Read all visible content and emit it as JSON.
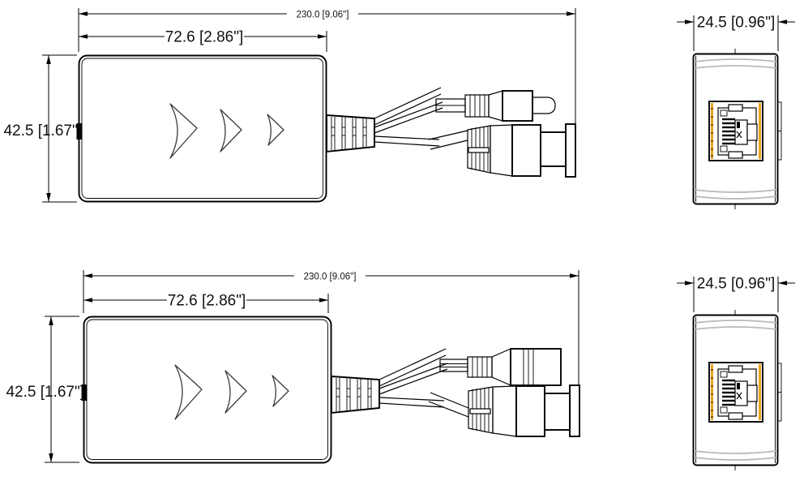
{
  "assemblies": {
    "top": {
      "side_view": {
        "total_length_label": "230.0 [9.06\"]",
        "body_length_label": "72.6 [2.86\"]",
        "height_label": "42.5 [1.67\"]"
      },
      "end_view": {
        "width_label": "24.5 [0.96\"]"
      }
    },
    "bottom": {
      "side_view": {
        "total_length_label": "230.0 [9.06\"]",
        "body_length_label": "72.6 [2.86\"]",
        "height_label": "42.5 [1.67\"]"
      },
      "end_view": {
        "width_label": "24.5 [0.96\"]"
      }
    }
  },
  "colors": {
    "line": "#000000",
    "background": "#ffffff",
    "rj45_gold": "#e8a321",
    "case_shading_gray": "#b8b8b8"
  }
}
